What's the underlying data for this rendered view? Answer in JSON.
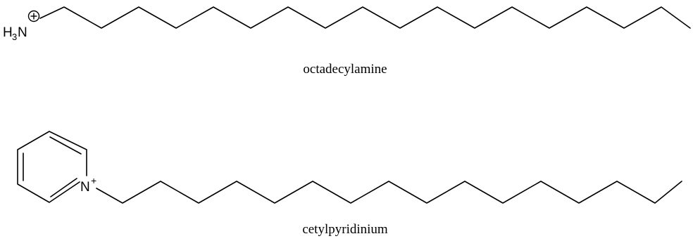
{
  "molecules": [
    {
      "name": "octadecylamine",
      "head_group": {
        "label_main": "H",
        "label_sub": "3",
        "label_atom": "N",
        "charge": "+"
      }
    },
    {
      "name": "cetylpyridinium",
      "head_group": {
        "label_atom": "N",
        "charge": "+"
      }
    }
  ],
  "colors": {
    "ink": "#000000",
    "background": "#ffffff"
  }
}
